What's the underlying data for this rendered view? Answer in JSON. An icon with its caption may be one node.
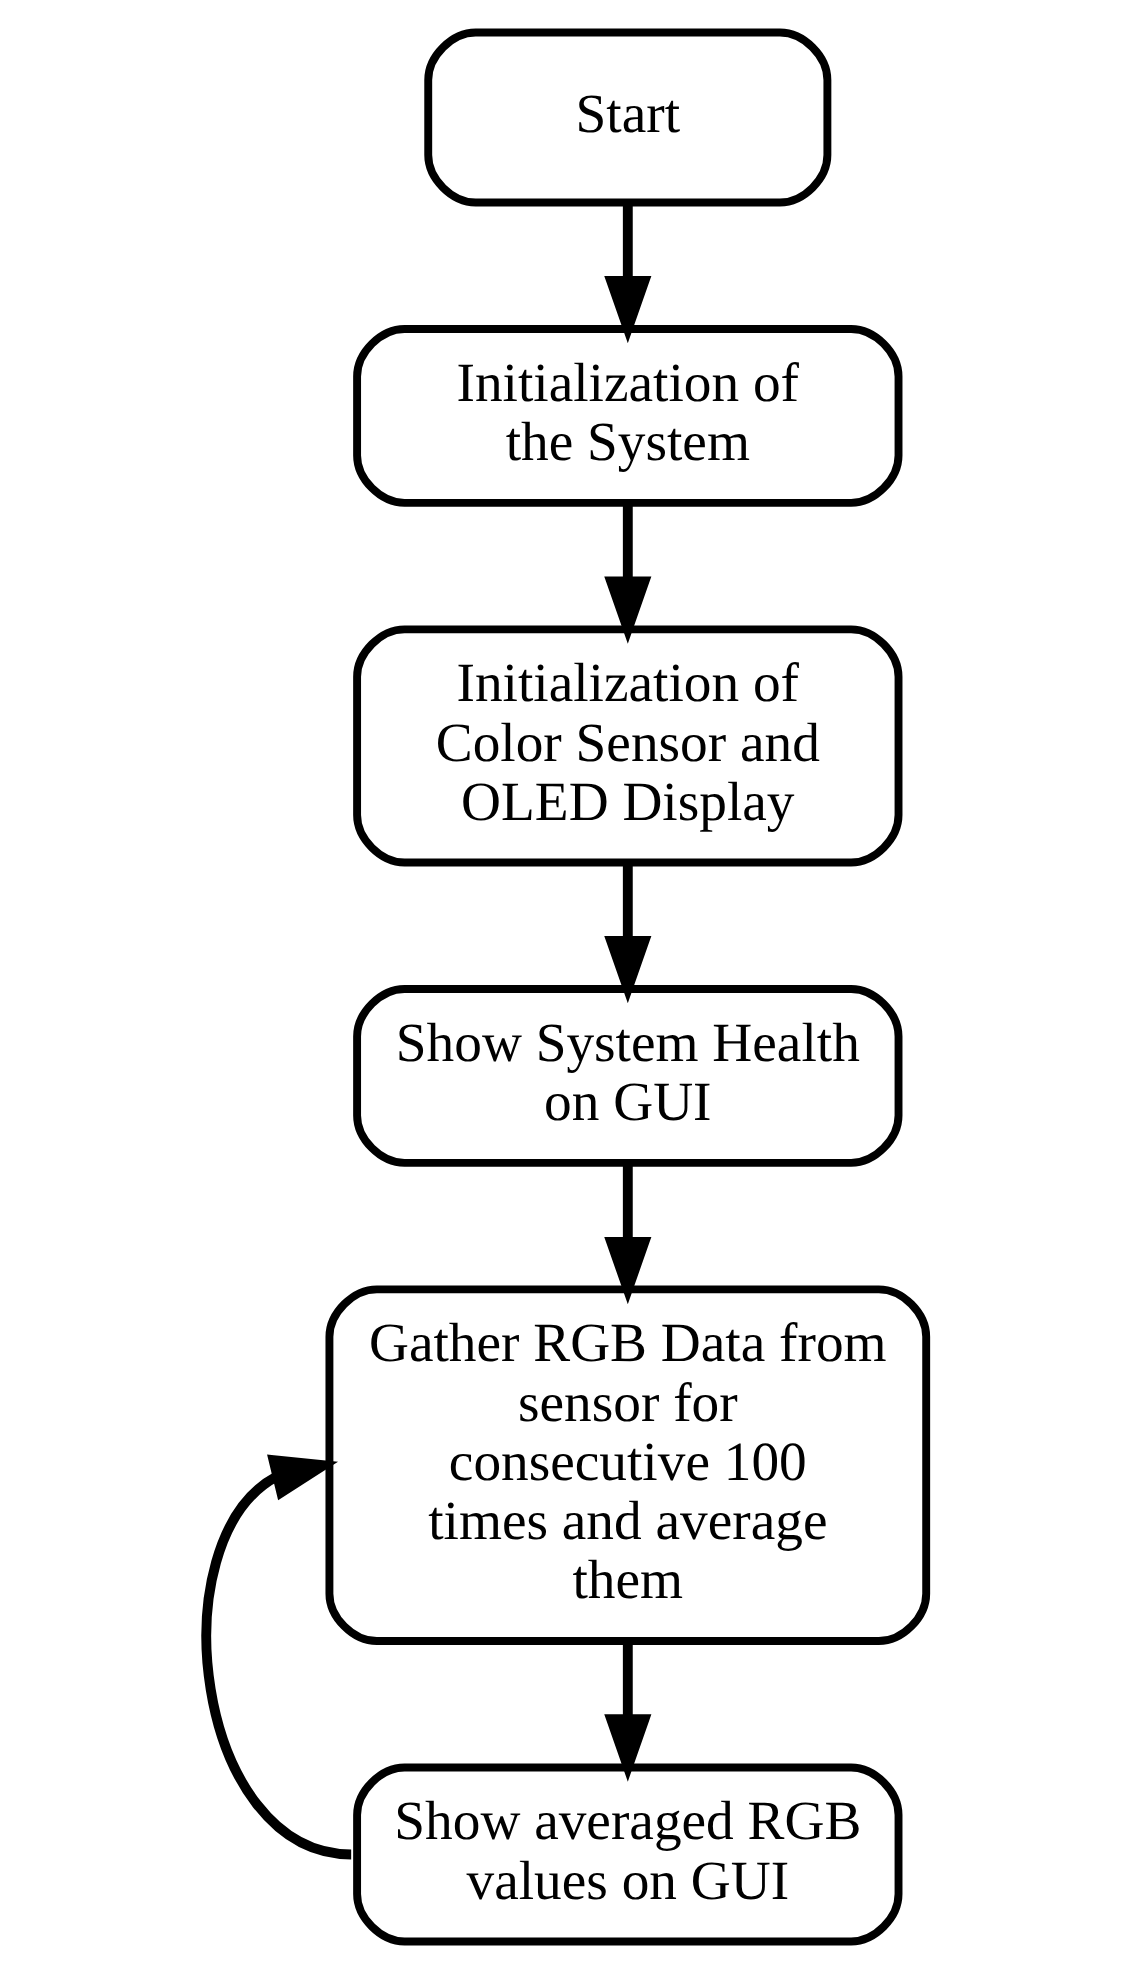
{
  "diagram": {
    "nodes": [
      {
        "text": [
          "Start"
        ]
      },
      {
        "text": [
          "Initialization of the System"
        ]
      },
      {
        "text": [
          "Initialization of Color Sensor and OLED Display"
        ]
      },
      {
        "text": [
          "Show System Health on GUI"
        ]
      },
      {
        "text": [
          "Gather RGB Data from sensor for consecutive 100 times and average them"
        ]
      },
      {
        "text": [
          "Show averaged RGB values on GUI"
        ]
      }
    ],
    "edges": [
      {
        "from": 0,
        "to": 1,
        "arrow": "to"
      },
      {
        "from": 1,
        "to": 2,
        "arrow": "to"
      },
      {
        "from": 2,
        "to": 3,
        "arrow": "to"
      },
      {
        "from": 3,
        "to": 4,
        "arrow": "to"
      },
      {
        "from": 4,
        "to": 5,
        "arrow": "to"
      },
      {
        "from": 5,
        "to": 4,
        "arrow": "to"
      }
    ]
  }
}
